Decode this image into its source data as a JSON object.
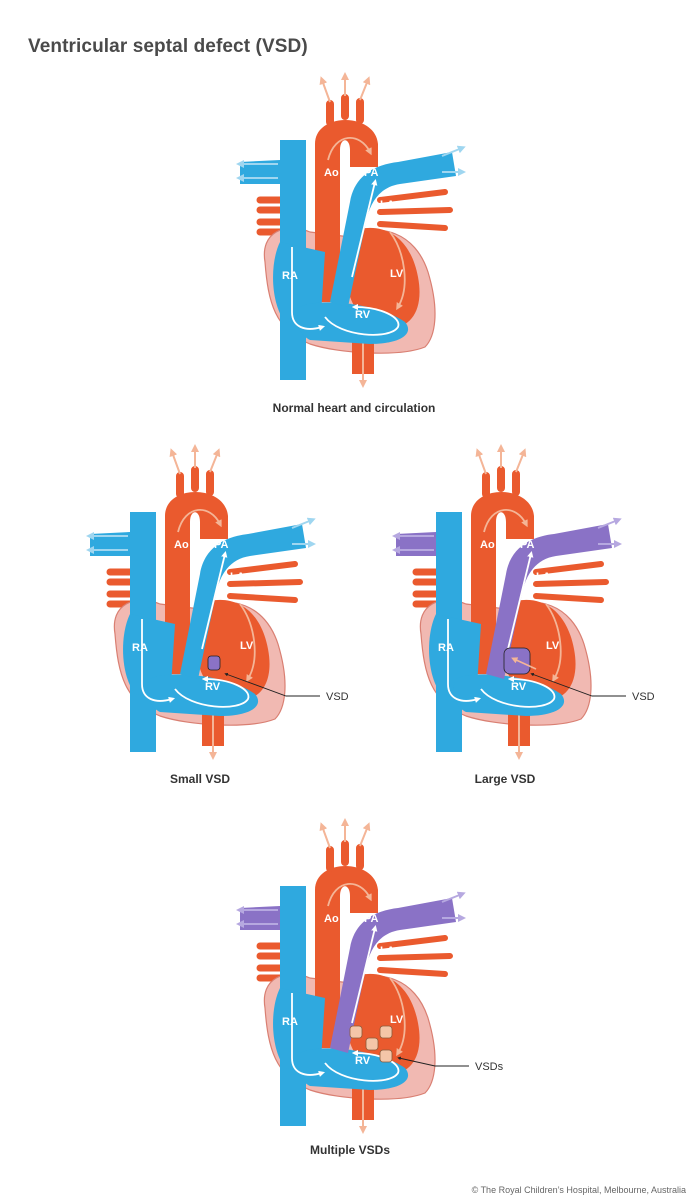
{
  "title": "Ventricular septal defect (VSD)",
  "labels": {
    "ao": "Ao",
    "pa": "PA",
    "la": "LA",
    "lv": "LV",
    "ra": "RA",
    "rv": "RV"
  },
  "panels": [
    {
      "id": "normal",
      "caption": "Normal heart and circulation",
      "callout": ""
    },
    {
      "id": "small",
      "caption": "Small VSD",
      "callout": "VSD"
    },
    {
      "id": "large",
      "caption": "Large VSD",
      "callout": "VSD"
    },
    {
      "id": "multiple",
      "caption": "Multiple VSDs",
      "callout": "VSDs"
    }
  ],
  "copyright": "© The Royal Children’s Hospital, Melbourne, Australia",
  "colors": {
    "oxygenated": "#ea5a2e",
    "deoxygenated": "#2fa9df",
    "mixed": "#8a72c6",
    "myocardium": "#f1b9b2",
    "arrow_light": "#f4b597"
  }
}
